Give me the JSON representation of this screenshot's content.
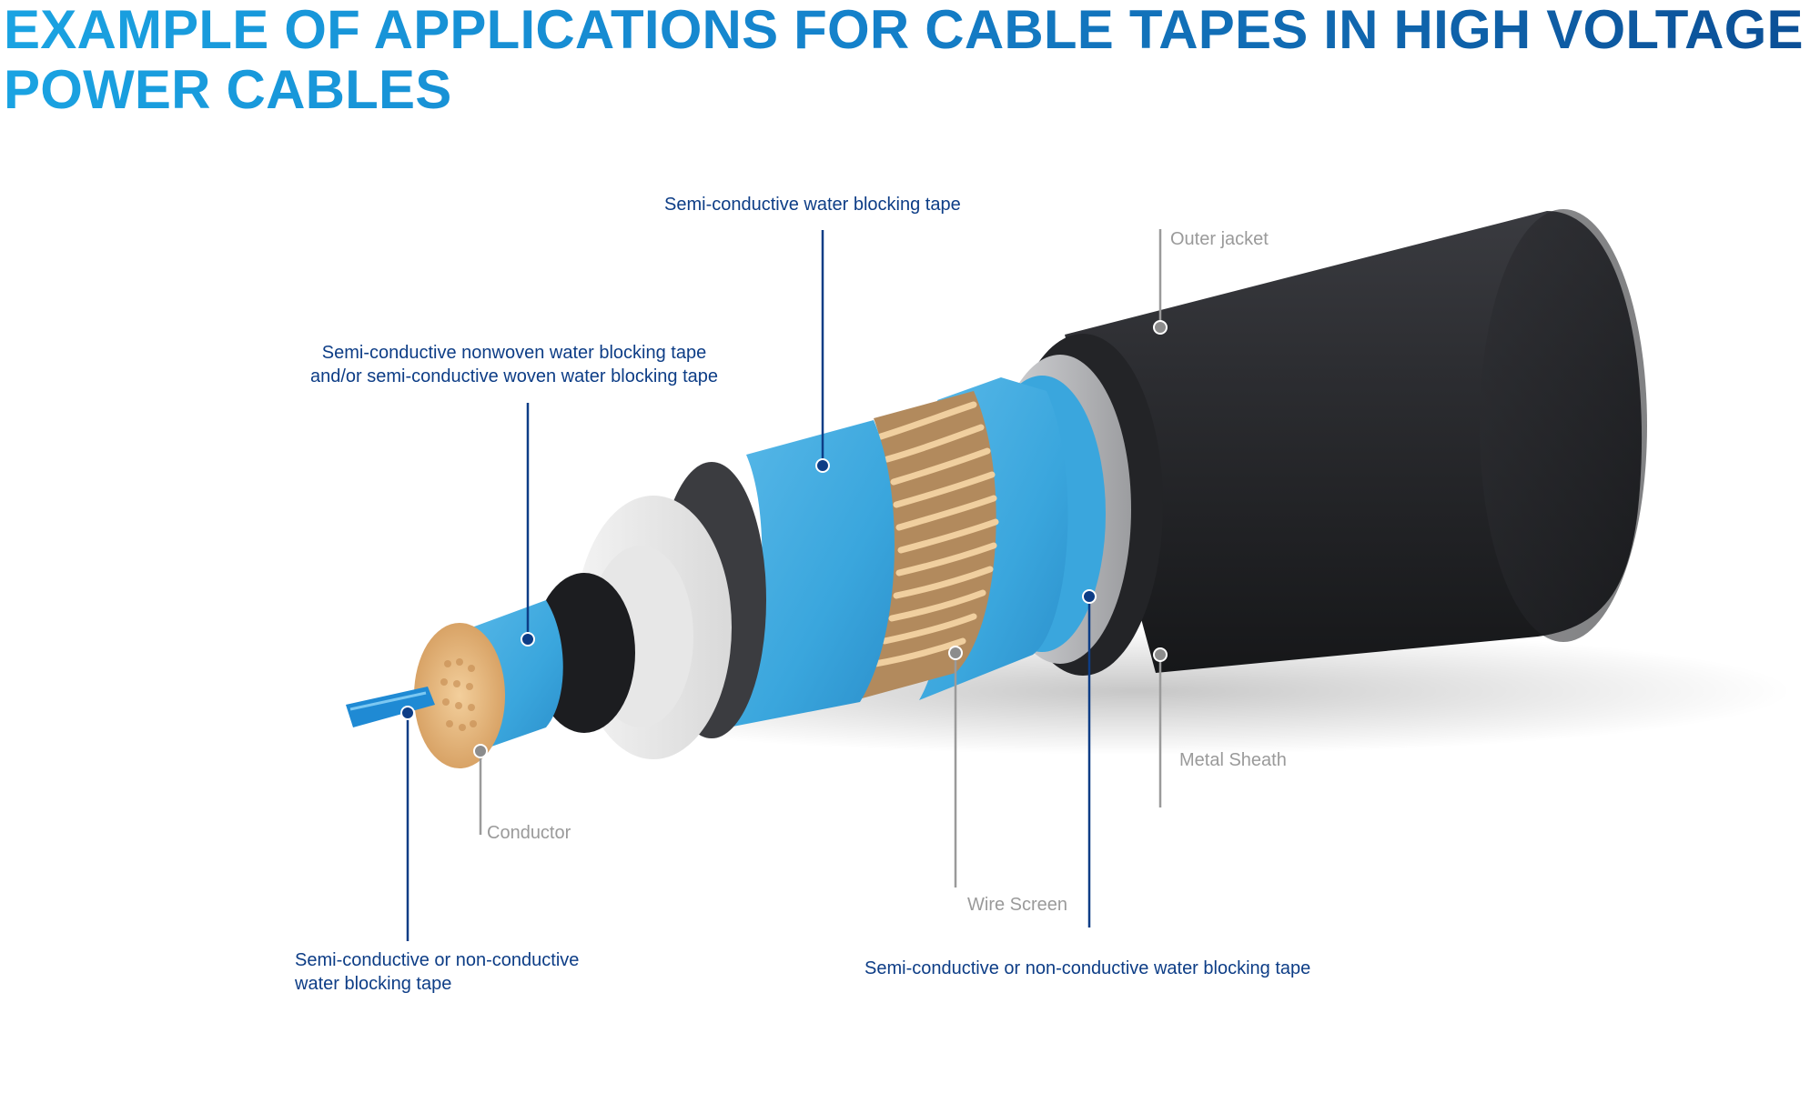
{
  "title": {
    "line1": "EXAMPLE OF APPLICATIONS FOR CABLE TAPES IN HIGH VOLTAGE",
    "line2": "POWER CABLES"
  },
  "labels": {
    "semi_water_blocking_tape": "Semi-conductive water blocking tape",
    "outer_jacket": "Outer jacket",
    "nonwoven_line1": "Semi-conductive nonwoven water blocking tape",
    "nonwoven_line2": "and/or semi-conductive woven water blocking tape",
    "conductor": "Conductor",
    "metal_sheath": "Metal Sheath",
    "wire_screen": "Wire Screen",
    "semi_or_non_line1": "Semi-conductive or non-conductive",
    "semi_or_non_line2": "water blocking tape",
    "semi_or_non_wide": "Semi-conductive or non-conductive water blocking tape"
  },
  "colors": {
    "brand_blue_light": "#1aa3e2",
    "brand_blue_dark": "#0b4f96",
    "callout_blue": "#0d3d86",
    "callout_gray": "#9a9a9a",
    "tape_blue": "#3aa6dd",
    "copper": "#e2b47c",
    "jacket": "#2b2c30"
  }
}
